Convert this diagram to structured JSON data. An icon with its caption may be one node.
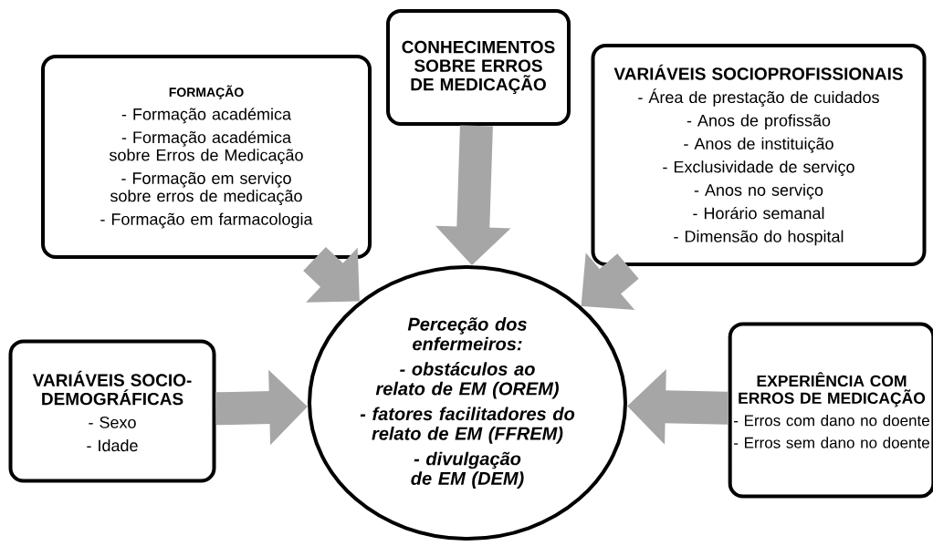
{
  "diagram": {
    "nodes": [
      {
        "text": [
          "FORMAÇÃO",
          "- Formação académica",
          "- Formação académica sobre Erros de Medicação",
          "- Formação em serviço sobre erros de medicação",
          "- Formação em farmacologia"
        ]
      },
      {
        "text": [
          "CONHECIMENTOS SOBRE ERROS DE MEDICAÇÃO"
        ]
      },
      {
        "text": [
          "VARIÁVEIS SOCIOPROFISSIONAIS",
          "- Área de prestação de cuidados",
          "- Anos de profissão",
          "- Anos de instituição",
          "- Exclusividade de serviço",
          "- Anos no serviço",
          "- Horário semanal",
          "- Dimensão do hospital"
        ]
      },
      {
        "text": [
          "VARIÁVEIS SOCIO-DEMOGRÁFICAS",
          "- Sexo",
          "- Idade"
        ]
      },
      {
        "text": [
          "Perceção dos enfermeiros:",
          "- obstáculos ao relato de EM (OREM)",
          "- fatores facilitadores do relato de EM (FFREM)",
          "- divulgação de EM (DEM)"
        ]
      },
      {
        "text": [
          "EXPERIÊNCIA COM ERROS DE MEDICAÇÃO",
          "- Erros com dano no doente",
          "- Erros sem dano no doente"
        ]
      }
    ],
    "edges": [
      {
        "from": 0,
        "to": 4,
        "arrow": "to"
      },
      {
        "from": 1,
        "to": 4,
        "arrow": "to"
      },
      {
        "from": 2,
        "to": 4,
        "arrow": "to"
      },
      {
        "from": 3,
        "to": 4,
        "arrow": "to"
      },
      {
        "from": 5,
        "to": 4,
        "arrow": "to"
      }
    ]
  }
}
